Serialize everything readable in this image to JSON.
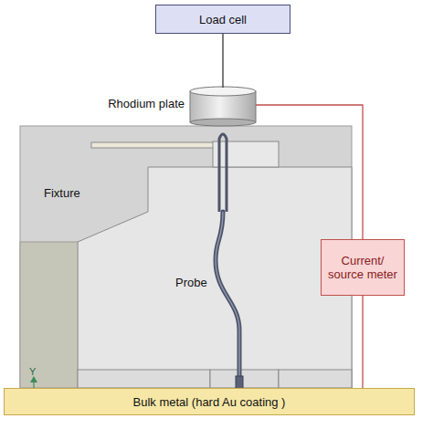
{
  "diagram": {
    "nodes": [
      {
        "text": [
          "Load cell"
        ]
      },
      {
        "text": [
          "Rhodium plate"
        ]
      },
      {
        "text": [
          "Fixture"
        ]
      },
      {
        "text": [
          "Current/ source meter"
        ]
      },
      {
        "text": [
          "Bulk metal (hard Au coating )"
        ]
      }
    ],
    "edges": [
      {
        "from": 0,
        "to": 1,
        "arrow": "none"
      },
      {
        "from": 1,
        "to": 3,
        "arrow": "none"
      },
      {
        "from": 3,
        "to": 4,
        "arrow": "none"
      }
    ],
    "labels": [
      "Probe",
      "Y"
    ]
  }
}
